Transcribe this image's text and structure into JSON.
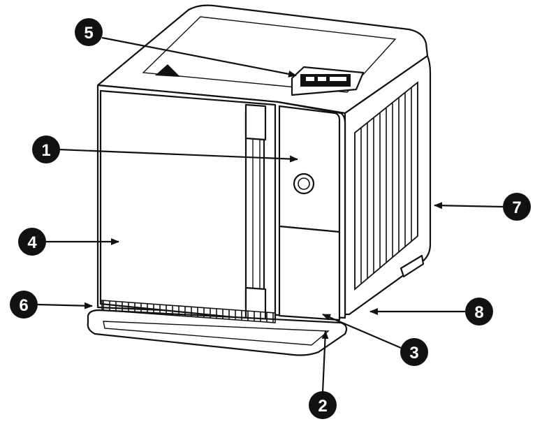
{
  "colors": {
    "line": "#111111",
    "callout_fill": "#111111",
    "callout_text": "#ffffff",
    "background": "#ffffff"
  },
  "callouts": [
    {
      "label": "1"
    },
    {
      "label": "2"
    },
    {
      "label": "3"
    },
    {
      "label": "4"
    },
    {
      "label": "5"
    },
    {
      "label": "6"
    },
    {
      "label": "7"
    },
    {
      "label": "8"
    }
  ]
}
